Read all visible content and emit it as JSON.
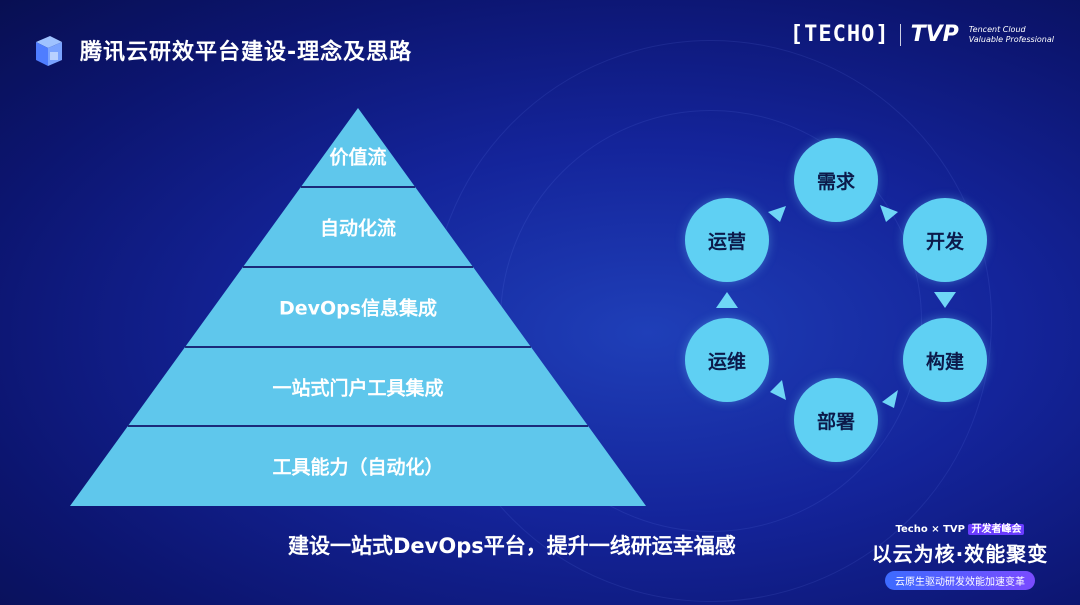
{
  "header": {
    "title": "腾讯云研效平台建设-理念及思路",
    "brand_techo": "[TECHO]",
    "brand_tvp": "TVP",
    "brand_tvp_sub_1": "Tencent Cloud",
    "brand_tvp_sub_2": "Valuable Professional"
  },
  "pyramid": {
    "levels": [
      {
        "label": "价值流"
      },
      {
        "label": "自动化流"
      },
      {
        "label": "DevOps信息集成"
      },
      {
        "label": "一站式门户工具集成"
      },
      {
        "label": "工具能力（自动化）"
      }
    ]
  },
  "cycle": {
    "nodes": [
      {
        "label": "需求"
      },
      {
        "label": "开发"
      },
      {
        "label": "构建"
      },
      {
        "label": "部署"
      },
      {
        "label": "运维"
      },
      {
        "label": "运营"
      }
    ]
  },
  "caption": "建设一站式DevOps平台，提升一线研运幸福感",
  "event": {
    "top_left": "Techo × TVP",
    "top_right": "开发者峰会",
    "main": "以云为核·效能聚变",
    "sub": "云原生驱动研发效能加速变革"
  },
  "colors": {
    "pyramid_fill": "#5fc7ec",
    "pyramid_line": "#1b2a7a",
    "node_fill": "#5fd0f3",
    "arrow": "#6fd6f6"
  }
}
